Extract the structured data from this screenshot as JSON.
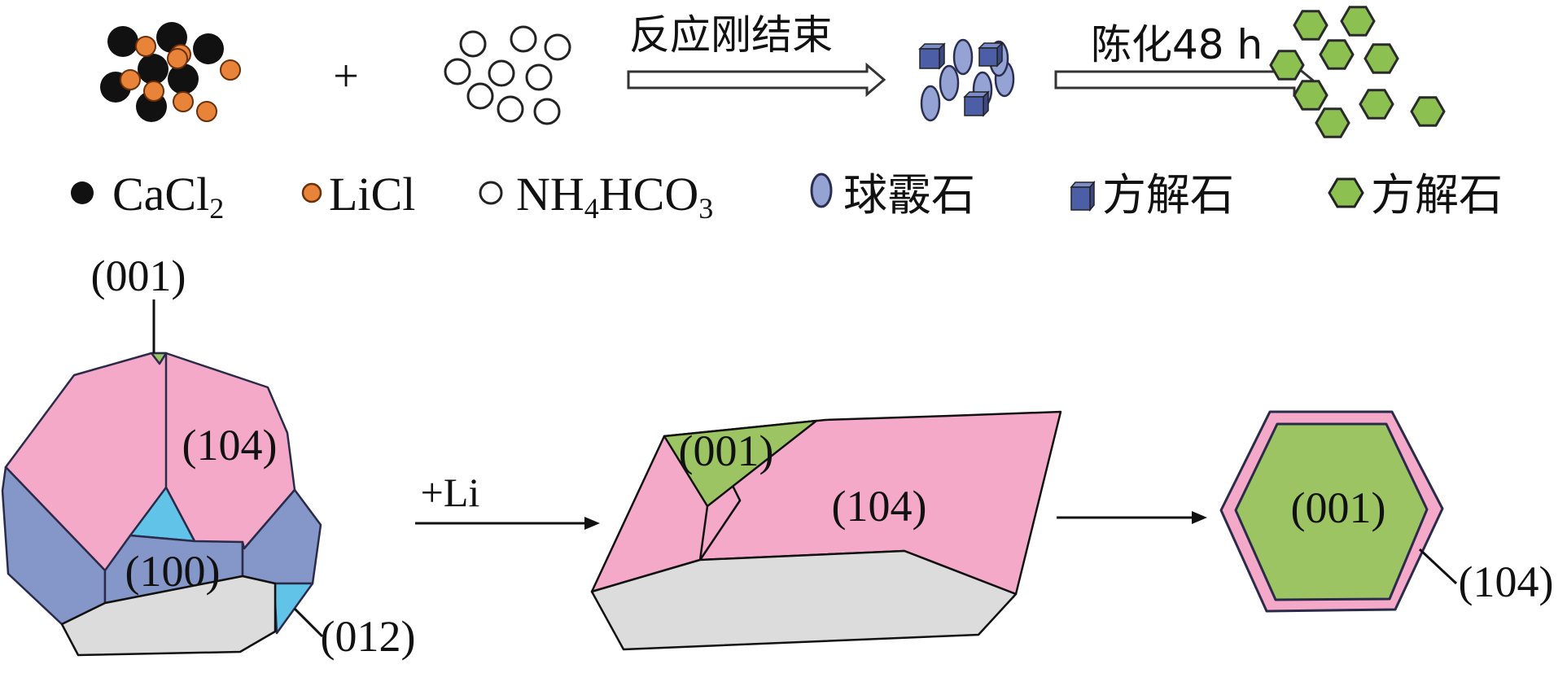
{
  "colors": {
    "cacl2": "#111111",
    "licl": "#e8843a",
    "licl_stroke": "#6b2f0c",
    "vaterite": "#95a3d4",
    "calcite_cube": "#4c5ea6",
    "calcite_hex": "#8cc152",
    "face_104": "#f4a9c8",
    "face_100": "#8597c8",
    "face_012": "#62c3e8",
    "face_001": "#9cc463",
    "face_bottom": "#dcdcdc",
    "edge": "#2a2a4a"
  },
  "top": {
    "plus": "+",
    "arrow1_label": "反应刚结束",
    "arrow2_label": "陈化48 h"
  },
  "legend": [
    {
      "icon": "black-circle",
      "label": "CaCl",
      "sub": "2"
    },
    {
      "icon": "orange-circle",
      "label": "LiCl",
      "sub": ""
    },
    {
      "icon": "open-circle",
      "label_a": "NH",
      "sub_a": "4",
      "label_b": "HCO",
      "sub_b": "3"
    },
    {
      "icon": "ellipse",
      "label": "球霰石"
    },
    {
      "icon": "cube",
      "label": "方解石"
    },
    {
      "icon": "hexagon",
      "label": "方解石"
    }
  ],
  "bottom": {
    "crystal1": {
      "top_face": "(001)",
      "face_a": "(104)",
      "face_b": "(100)",
      "face_c": "(012)"
    },
    "arrow1_label": "+Li",
    "crystal2": {
      "face_a": "(001)",
      "face_b": "(104)"
    },
    "crystal3": {
      "face_a": "(001)",
      "face_b": "(104)"
    }
  }
}
